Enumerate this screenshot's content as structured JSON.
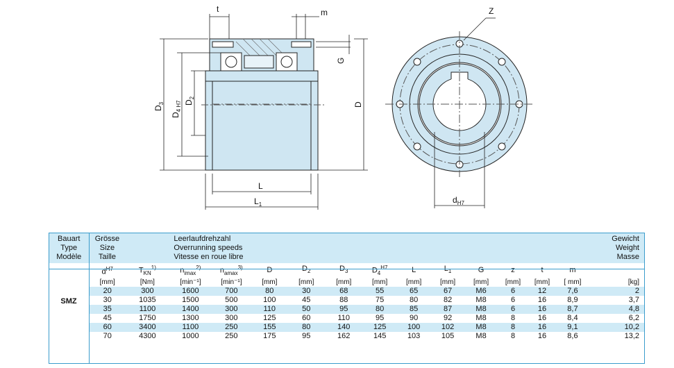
{
  "drawing": {
    "labels": {
      "t": "t",
      "m": "m",
      "z": "Z",
      "g": "G",
      "d3": "D",
      "d3_sub": "3",
      "d4": "D",
      "d4_sub": "4 H7",
      "d2": "D",
      "d2_sub": "2",
      "d": "D",
      "l": "L",
      "l1": "L",
      "l1_sub": "1",
      "dh7": "d",
      "dh7_sub": "H7"
    },
    "colors": {
      "part_fill": "#cfe6f2",
      "line": "#222222",
      "accent": "#3a9ccc"
    }
  },
  "table": {
    "header": {
      "col1": [
        "Bauart",
        "Type",
        "Modèle"
      ],
      "col2": [
        "Grösse",
        "Size",
        "Taille"
      ],
      "col3": [
        "Leerlaufdrehzahl",
        "Overrunning speeds",
        "Vitesse en roue libre"
      ],
      "col_last": [
        "Gewicht",
        "Weight",
        "Masse"
      ]
    },
    "symbols": {
      "d": "d",
      "d_sup": "H7",
      "tkn": "T",
      "tkn_sub": "KN",
      "tkn_sup": "1)",
      "nimax": "n",
      "nimax_sub": "imax",
      "nimax_sup": "2)",
      "namax": "n",
      "namax_sub": "amax",
      "namax_sup": "3)",
      "D": "D",
      "D2": "D",
      "D2_sub": "2",
      "D3": "D",
      "D3_sub": "3",
      "D4": "D",
      "D4_sub": "4",
      "D4_sup": "H7",
      "L": "L",
      "L1": "L",
      "L1_sub": "1",
      "G": "G",
      "z": "z",
      "t": "t",
      "m": "m"
    },
    "units": [
      "[mm]",
      "[Nm]",
      "[min⁻¹]",
      "[min⁻¹]",
      "[mm]",
      "[mm]",
      "[mm]",
      "[mm]",
      "[mm]",
      "[mm]",
      "[mm]",
      "[mm]",
      "[mm]",
      "[ mm]",
      "[kg]"
    ],
    "type_name": "SMZ",
    "rows": [
      [
        "20",
        "300",
        "1600",
        "700",
        "80",
        "30",
        "68",
        "55",
        "65",
        "67",
        "M6",
        "6",
        "12",
        "7,6",
        "2"
      ],
      [
        "30",
        "1035",
        "1500",
        "500",
        "100",
        "45",
        "88",
        "75",
        "80",
        "82",
        "M8",
        "6",
        "16",
        "8,9",
        "3,7"
      ],
      [
        "35",
        "1100",
        "1400",
        "300",
        "110",
        "50",
        "95",
        "80",
        "85",
        "87",
        "M8",
        "6",
        "16",
        "8,7",
        "4,8"
      ],
      [
        "45",
        "1750",
        "1300",
        "300",
        "125",
        "60",
        "110",
        "95",
        "90",
        "92",
        "M8",
        "8",
        "16",
        "8,4",
        "6,2"
      ],
      [
        "60",
        "3400",
        "1100",
        "250",
        "155",
        "80",
        "140",
        "125",
        "100",
        "102",
        "M8",
        "8",
        "16",
        "9,1",
        "10,2"
      ],
      [
        "70",
        "4300",
        "1000",
        "250",
        "175",
        "95",
        "162",
        "145",
        "103",
        "105",
        "M8",
        "8",
        "16",
        "8,6",
        "13,2"
      ]
    ]
  }
}
